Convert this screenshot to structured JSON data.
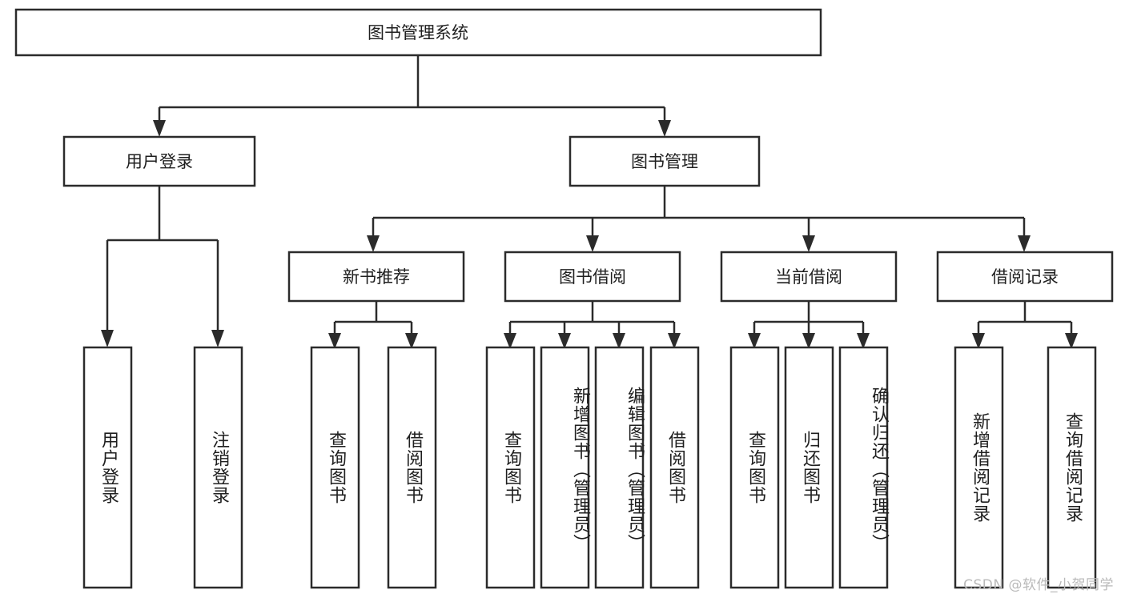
{
  "diagram": {
    "type": "tree-hierarchy",
    "title": "图书管理系统",
    "root": {
      "id": "root",
      "label": "图书管理系统",
      "orientation": "horizontal"
    },
    "level2": [
      {
        "id": "user-login",
        "label": "用户登录",
        "orientation": "horizontal"
      },
      {
        "id": "book-management",
        "label": "图书管理",
        "orientation": "horizontal"
      }
    ],
    "level3": [
      {
        "id": "new-book-recommend",
        "label": "新书推荐",
        "parent": "book-management",
        "orientation": "horizontal"
      },
      {
        "id": "book-borrow",
        "label": "图书借阅",
        "parent": "book-management",
        "orientation": "horizontal"
      },
      {
        "id": "current-borrow",
        "label": "当前借阅",
        "parent": "book-management",
        "orientation": "horizontal"
      },
      {
        "id": "borrow-record",
        "label": "借阅记录",
        "parent": "book-management",
        "orientation": "horizontal"
      }
    ],
    "leaves": [
      {
        "id": "leaf-user-login",
        "label": "用户登录",
        "parent": "user-login",
        "orientation": "vertical"
      },
      {
        "id": "leaf-user-logout",
        "label": "注销登录",
        "parent": "user-login",
        "orientation": "vertical"
      },
      {
        "id": "leaf-query-book-1",
        "label": "查询图书",
        "parent": "new-book-recommend",
        "orientation": "vertical"
      },
      {
        "id": "leaf-borrow-book-1",
        "label": "借阅图书",
        "parent": "new-book-recommend",
        "orientation": "vertical"
      },
      {
        "id": "leaf-query-book-2",
        "label": "查询图书",
        "parent": "book-borrow",
        "orientation": "vertical"
      },
      {
        "id": "leaf-add-book",
        "label": "新增图书（管理员）",
        "parent": "book-borrow",
        "orientation": "vertical"
      },
      {
        "id": "leaf-edit-book",
        "label": "编辑图书（管理员）",
        "parent": "book-borrow",
        "orientation": "vertical"
      },
      {
        "id": "leaf-borrow-book-2",
        "label": "借阅图书",
        "parent": "book-borrow",
        "orientation": "vertical"
      },
      {
        "id": "leaf-query-book-3",
        "label": "查询图书",
        "parent": "current-borrow",
        "orientation": "vertical"
      },
      {
        "id": "leaf-return-book",
        "label": "归还图书",
        "parent": "current-borrow",
        "orientation": "vertical"
      },
      {
        "id": "leaf-confirm-return",
        "label": "确认归还（管理员）",
        "parent": "current-borrow",
        "orientation": "vertical"
      },
      {
        "id": "leaf-add-record",
        "label": "新增借阅记录",
        "parent": "borrow-record",
        "orientation": "vertical"
      },
      {
        "id": "leaf-query-record",
        "label": "查询借阅记录",
        "parent": "borrow-record",
        "orientation": "vertical"
      }
    ],
    "colors": {
      "stroke": "#2b2b2b",
      "fill": "#ffffff",
      "text": "#1f1f1f",
      "watermark": "#b9b9b9",
      "background": "#ffffff"
    }
  },
  "watermark": {
    "text": "CSDN @软件_小贺同学"
  }
}
